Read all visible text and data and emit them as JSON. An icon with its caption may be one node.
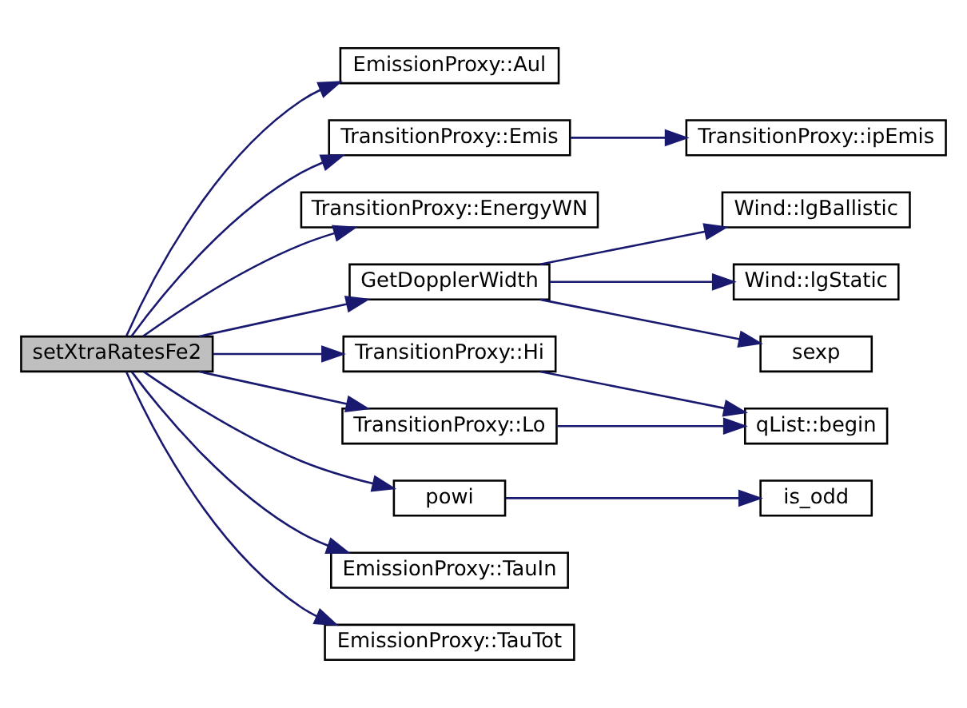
{
  "diagram": {
    "nodes": [
      {
        "text": [
          "setXtraRatesFe2"
        ]
      },
      {
        "text": [
          "EmissionProxy::Aul"
        ]
      },
      {
        "text": [
          "TransitionProxy::Emis"
        ]
      },
      {
        "text": [
          "TransitionProxy::ipEmis"
        ]
      },
      {
        "text": [
          "TransitionProxy::EnergyWN"
        ]
      },
      {
        "text": [
          "GetDopplerWidth"
        ]
      },
      {
        "text": [
          "Wind::lgBallistic"
        ]
      },
      {
        "text": [
          "Wind::lgStatic"
        ]
      },
      {
        "text": [
          "sexp"
        ]
      },
      {
        "text": [
          "TransitionProxy::Hi"
        ]
      },
      {
        "text": [
          "qList::begin"
        ]
      },
      {
        "text": [
          "TransitionProxy::Lo"
        ]
      },
      {
        "text": [
          "powi"
        ]
      },
      {
        "text": [
          "is_odd"
        ]
      },
      {
        "text": [
          "EmissionProxy::TauIn"
        ]
      },
      {
        "text": [
          "EmissionProxy::TauTot"
        ]
      }
    ],
    "edges": [
      {
        "from": 0,
        "to": 1,
        "arrow": "to"
      },
      {
        "from": 0,
        "to": 2,
        "arrow": "to"
      },
      {
        "from": 2,
        "to": 3,
        "arrow": "to"
      },
      {
        "from": 0,
        "to": 4,
        "arrow": "to"
      },
      {
        "from": 0,
        "to": 5,
        "arrow": "to"
      },
      {
        "from": 5,
        "to": 6,
        "arrow": "to"
      },
      {
        "from": 5,
        "to": 7,
        "arrow": "to"
      },
      {
        "from": 5,
        "to": 8,
        "arrow": "to"
      },
      {
        "from": 0,
        "to": 9,
        "arrow": "to"
      },
      {
        "from": 9,
        "to": 10,
        "arrow": "to"
      },
      {
        "from": 0,
        "to": 11,
        "arrow": "to"
      },
      {
        "from": 11,
        "to": 10,
        "arrow": "to"
      },
      {
        "from": 0,
        "to": 12,
        "arrow": "to"
      },
      {
        "from": 12,
        "to": 13,
        "arrow": "to"
      },
      {
        "from": 0,
        "to": 14,
        "arrow": "to"
      },
      {
        "from": 0,
        "to": 15,
        "arrow": "to"
      }
    ]
  }
}
